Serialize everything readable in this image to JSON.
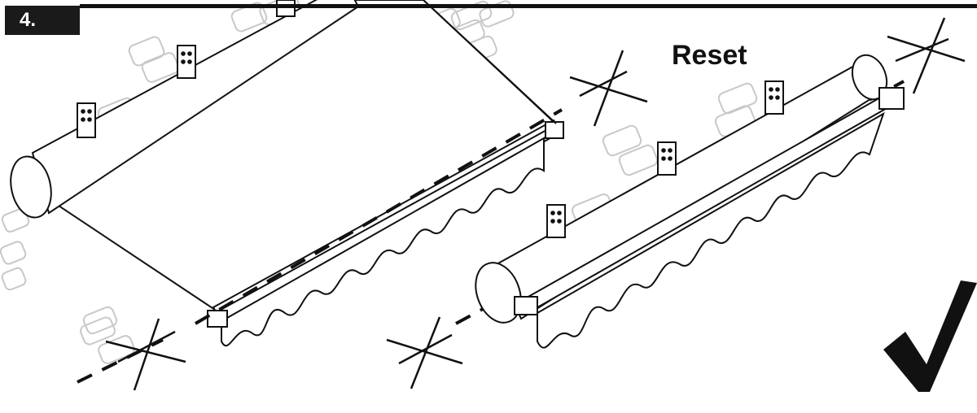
{
  "step": {
    "number": "4."
  },
  "labels": {
    "reset": "Reset"
  },
  "colors": {
    "ink": "#111111",
    "badge": "#1a1a1a",
    "brick": "#c8c8c8",
    "fabric": "#ffffff"
  },
  "markers": {
    "left_panel": [
      "cross-mark",
      "cross-mark"
    ],
    "right_panel": [
      "cross-mark",
      "cross-mark",
      "check-mark"
    ]
  }
}
